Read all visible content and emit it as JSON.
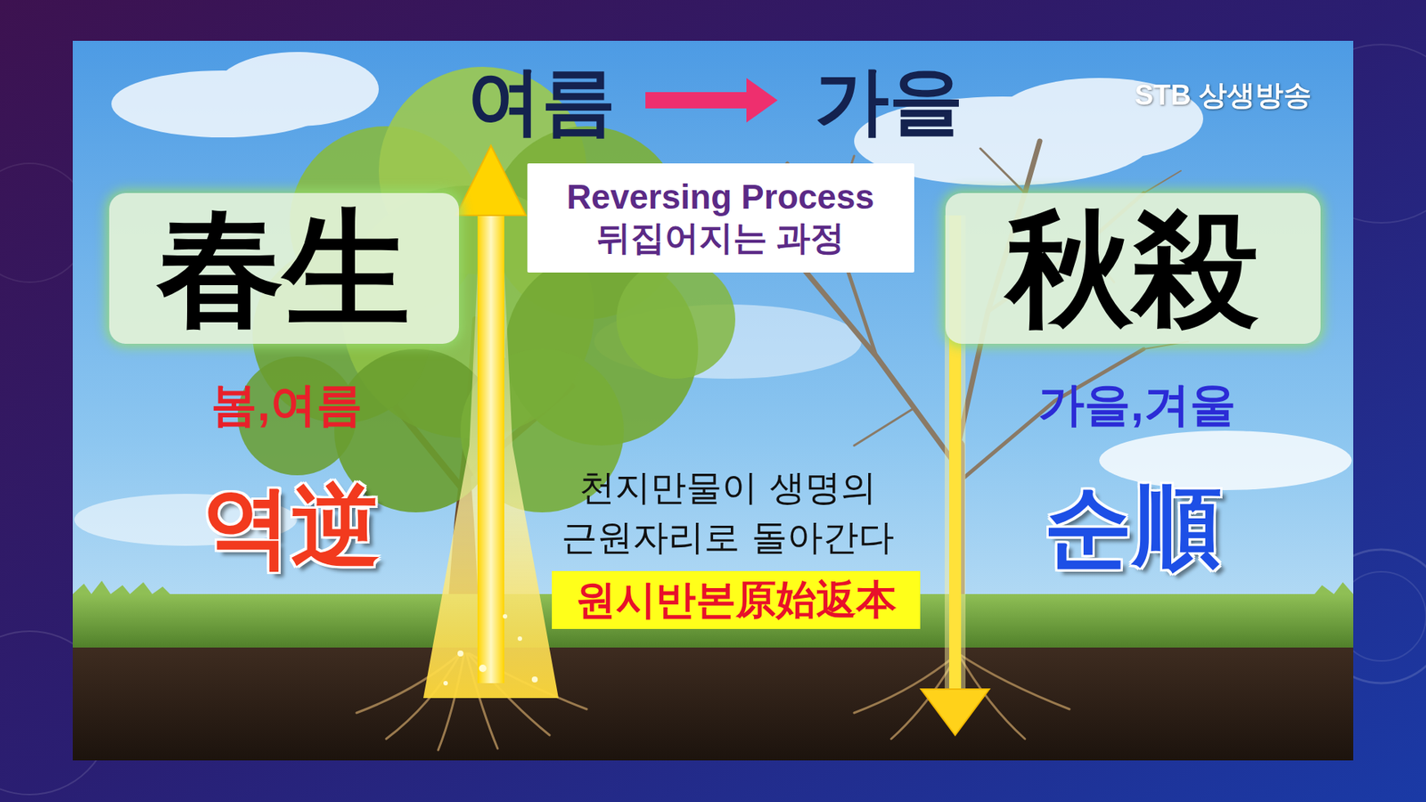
{
  "diagram": {
    "nodes": [
      {
        "text": [
          "Reversing Process",
          "뒤집어지는 과정"
        ]
      },
      {
        "text": [
          "春生"
        ]
      },
      {
        "text": [
          "秋殺"
        ]
      },
      {
        "text": [
          "원시반본原始返本"
        ]
      }
    ],
    "labels": [
      "여름",
      "가을",
      "STB 상생방송",
      "봄,여름",
      "가을,겨울",
      "역逆",
      "순順",
      "천지만물이 생명의 근원자리로 돌아간다"
    ]
  }
}
